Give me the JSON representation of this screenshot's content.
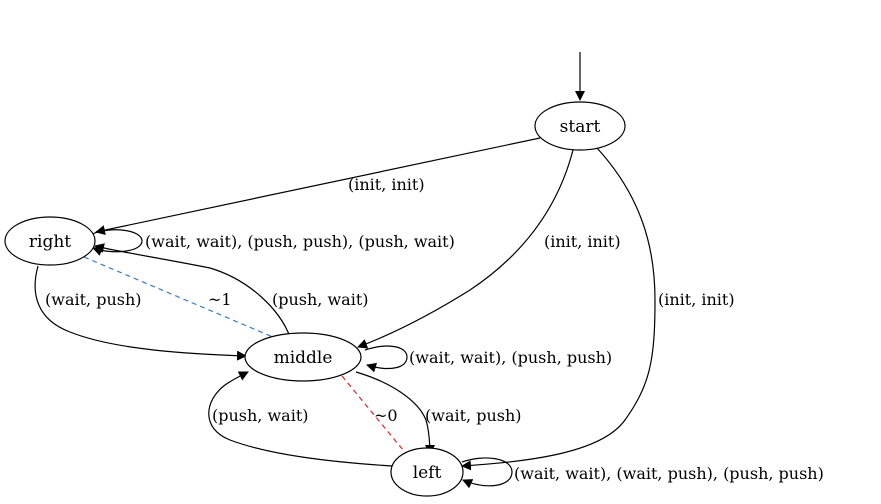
{
  "diagram": {
    "nodes": {
      "start": "start",
      "right": "right",
      "middle": "middle",
      "left": "left"
    },
    "edges": {
      "start_right": "(init, init)",
      "start_middle": "(init, init)",
      "start_left": "(init, init)",
      "right_self": "(wait, wait), (push, push), (push, wait)",
      "right_middle": "(wait, push)",
      "middle_right": "(push, wait)",
      "middle_self": "(wait, wait), (push, push)",
      "middle_left": "(wait, push)",
      "left_middle": "(push, wait)",
      "left_self": "(wait, wait), (wait, push), (push, push)",
      "right_middle_dashed": "~1",
      "middle_left_dashed": "~0"
    },
    "colors": {
      "dashed_right_middle": "#3a7bbf",
      "dashed_middle_left": "#d62728"
    }
  }
}
